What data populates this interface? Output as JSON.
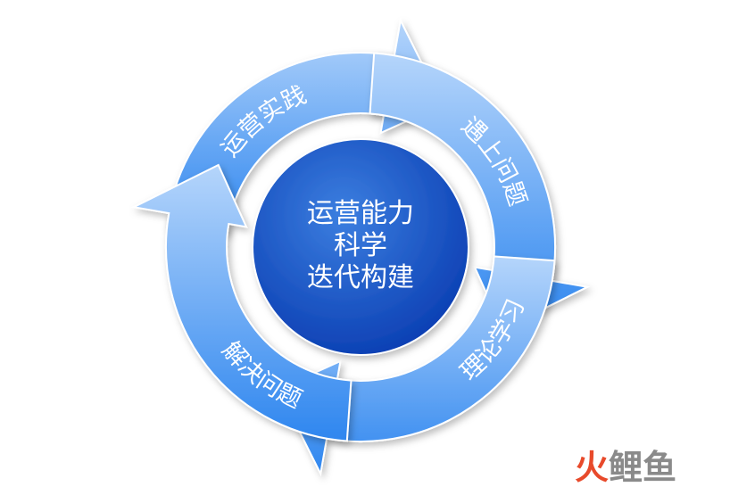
{
  "cycle": {
    "center_lines": [
      "运营能力",
      "科学",
      "迭代构建"
    ],
    "steps": [
      {
        "label": "运营实践"
      },
      {
        "label": "遇上问题"
      },
      {
        "label": "理论学习"
      },
      {
        "label": "解决问题"
      }
    ]
  },
  "colors": {
    "arrow_light": "#b5d5fb",
    "arrow_dark": "#2e86ef",
    "center_light": "#3c7fe0",
    "center_dark": "#0a3db2",
    "watermark_red": "#e84a2b",
    "watermark_gray": "#8a8a8a"
  },
  "watermark": {
    "text": "火鲤鱼"
  }
}
